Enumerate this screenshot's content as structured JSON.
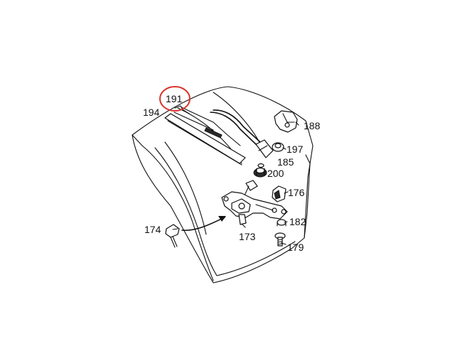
{
  "highlight_color": "#d9322a",
  "labels": {
    "n191": "191",
    "n194": "194",
    "n188": "188",
    "n197": "197",
    "n185": "185",
    "n200": "200",
    "n176": "176",
    "n174": "174",
    "n182": "182",
    "n173": "173",
    "n179": "179"
  },
  "icons": {
    "highlight": "red-ellipse-circle",
    "pointer": "curved-arrow"
  }
}
